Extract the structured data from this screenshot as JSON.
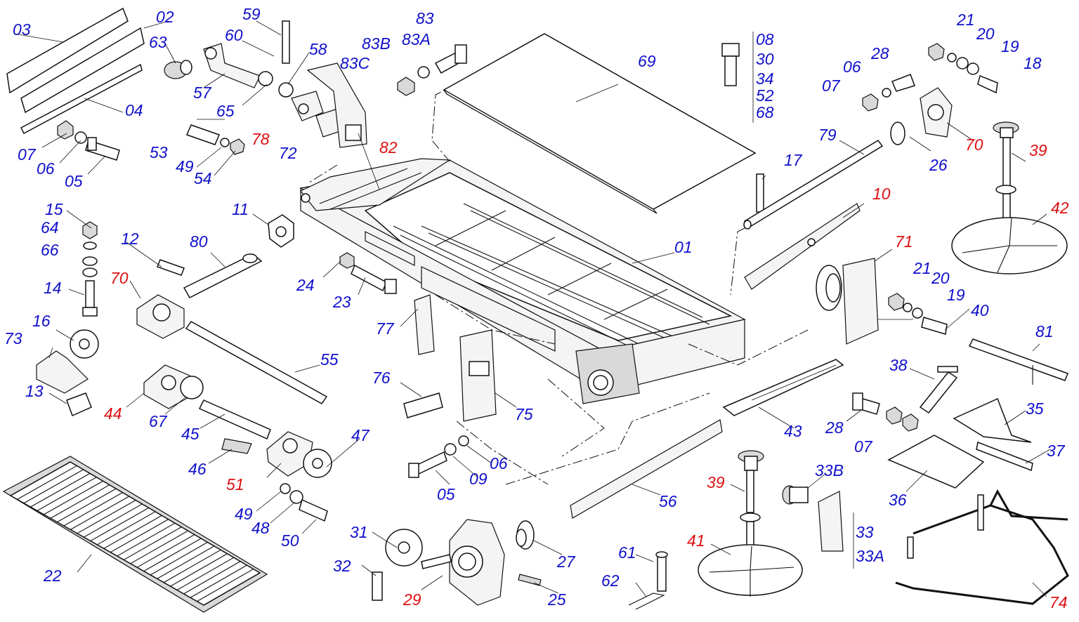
{
  "diagram": {
    "labels": [
      {
        "id": "l03",
        "text": "03",
        "color": "#1010cc"
      },
      {
        "id": "l02",
        "text": "02",
        "color": "#1010cc"
      },
      {
        "id": "l63",
        "text": "63",
        "color": "#1010cc"
      },
      {
        "id": "l59",
        "text": "59",
        "color": "#1010cc"
      },
      {
        "id": "l60",
        "text": "60",
        "color": "#1010cc"
      },
      {
        "id": "l58",
        "text": "58",
        "color": "#1010cc"
      },
      {
        "id": "l57",
        "text": "57",
        "color": "#1010cc"
      },
      {
        "id": "l65",
        "text": "65",
        "color": "#1010cc"
      },
      {
        "id": "l04",
        "text": "04",
        "color": "#1010cc"
      },
      {
        "id": "l07a",
        "text": "07",
        "color": "#1010cc"
      },
      {
        "id": "l06a",
        "text": "06",
        "color": "#1010cc"
      },
      {
        "id": "l05a",
        "text": "05",
        "color": "#1010cc"
      },
      {
        "id": "l53",
        "text": "53",
        "color": "#1010cc"
      },
      {
        "id": "l49a",
        "text": "49",
        "color": "#1010cc"
      },
      {
        "id": "l54",
        "text": "54",
        "color": "#1010cc"
      },
      {
        "id": "l78",
        "text": "78",
        "color": "#dd1111"
      },
      {
        "id": "l72",
        "text": "72",
        "color": "#1010cc"
      },
      {
        "id": "l82",
        "text": "82",
        "color": "#dd1111"
      },
      {
        "id": "l83",
        "text": "83",
        "color": "#1010cc"
      },
      {
        "id": "l83A",
        "text": "83A",
        "color": "#1010cc"
      },
      {
        "id": "l83B",
        "text": "83B",
        "color": "#1010cc"
      },
      {
        "id": "l83C",
        "text": "83C",
        "color": "#1010cc"
      },
      {
        "id": "l69",
        "text": "69",
        "color": "#1010cc"
      },
      {
        "id": "l08",
        "text": "08",
        "color": "#1010cc"
      },
      {
        "id": "l30",
        "text": "30",
        "color": "#1010cc"
      },
      {
        "id": "l34",
        "text": "34",
        "color": "#1010cc"
      },
      {
        "id": "l52",
        "text": "52",
        "color": "#1010cc"
      },
      {
        "id": "l68",
        "text": "68",
        "color": "#1010cc"
      },
      {
        "id": "l21a",
        "text": "21",
        "color": "#1010cc"
      },
      {
        "id": "l20a",
        "text": "20",
        "color": "#1010cc"
      },
      {
        "id": "l19a",
        "text": "19",
        "color": "#1010cc"
      },
      {
        "id": "l18",
        "text": "18",
        "color": "#1010cc"
      },
      {
        "id": "l28a",
        "text": "28",
        "color": "#1010cc"
      },
      {
        "id": "l06b",
        "text": "06",
        "color": "#1010cc"
      },
      {
        "id": "l07b",
        "text": "07",
        "color": "#1010cc"
      },
      {
        "id": "l70b",
        "text": "70",
        "color": "#dd1111"
      },
      {
        "id": "l79",
        "text": "79",
        "color": "#1010cc"
      },
      {
        "id": "l26",
        "text": "26",
        "color": "#1010cc"
      },
      {
        "id": "l39a",
        "text": "39",
        "color": "#dd1111"
      },
      {
        "id": "l42",
        "text": "42",
        "color": "#dd1111"
      },
      {
        "id": "l17",
        "text": "17",
        "color": "#1010cc"
      },
      {
        "id": "l10",
        "text": "10",
        "color": "#dd1111"
      },
      {
        "id": "l15",
        "text": "15",
        "color": "#1010cc"
      },
      {
        "id": "l64",
        "text": "64",
        "color": "#1010cc"
      },
      {
        "id": "l66",
        "text": "66",
        "color": "#1010cc"
      },
      {
        "id": "l12",
        "text": "12",
        "color": "#1010cc"
      },
      {
        "id": "l80",
        "text": "80",
        "color": "#1010cc"
      },
      {
        "id": "l11",
        "text": "11",
        "color": "#1010cc"
      },
      {
        "id": "l01",
        "text": "01",
        "color": "#1010cc"
      },
      {
        "id": "l71",
        "text": "71",
        "color": "#dd1111"
      },
      {
        "id": "l14",
        "text": "14",
        "color": "#1010cc"
      },
      {
        "id": "l70a",
        "text": "70",
        "color": "#dd1111"
      },
      {
        "id": "l24",
        "text": "24",
        "color": "#1010cc"
      },
      {
        "id": "l23",
        "text": "23",
        "color": "#1010cc"
      },
      {
        "id": "l21b",
        "text": "21",
        "color": "#1010cc"
      },
      {
        "id": "l20b",
        "text": "20",
        "color": "#1010cc"
      },
      {
        "id": "l19b",
        "text": "19",
        "color": "#1010cc"
      },
      {
        "id": "l40",
        "text": "40",
        "color": "#1010cc"
      },
      {
        "id": "l16",
        "text": "16",
        "color": "#1010cc"
      },
      {
        "id": "l73",
        "text": "73",
        "color": "#1010cc"
      },
      {
        "id": "l77",
        "text": "77",
        "color": "#1010cc"
      },
      {
        "id": "l81",
        "text": "81",
        "color": "#1010cc"
      },
      {
        "id": "l55",
        "text": "55",
        "color": "#1010cc"
      },
      {
        "id": "l38",
        "text": "38",
        "color": "#1010cc"
      },
      {
        "id": "l13",
        "text": "13",
        "color": "#1010cc"
      },
      {
        "id": "l76",
        "text": "76",
        "color": "#1010cc"
      },
      {
        "id": "l44",
        "text": "44",
        "color": "#dd1111"
      },
      {
        "id": "l67",
        "text": "67",
        "color": "#1010cc"
      },
      {
        "id": "l75",
        "text": "75",
        "color": "#1010cc"
      },
      {
        "id": "l35",
        "text": "35",
        "color": "#1010cc"
      },
      {
        "id": "l28b",
        "text": "28",
        "color": "#1010cc"
      },
      {
        "id": "l07c",
        "text": "07",
        "color": "#1010cc"
      },
      {
        "id": "l43",
        "text": "43",
        "color": "#1010cc"
      },
      {
        "id": "l45",
        "text": "45",
        "color": "#1010cc"
      },
      {
        "id": "l47",
        "text": "47",
        "color": "#1010cc"
      },
      {
        "id": "l37",
        "text": "37",
        "color": "#1010cc"
      },
      {
        "id": "l46",
        "text": "46",
        "color": "#1010cc"
      },
      {
        "id": "l06c",
        "text": "06",
        "color": "#1010cc"
      },
      {
        "id": "l33B",
        "text": "33B",
        "color": "#1010cc"
      },
      {
        "id": "l51",
        "text": "51",
        "color": "#dd1111"
      },
      {
        "id": "l09",
        "text": "09",
        "color": "#1010cc"
      },
      {
        "id": "l39b",
        "text": "39",
        "color": "#dd1111"
      },
      {
        "id": "l05b",
        "text": "05",
        "color": "#1010cc"
      },
      {
        "id": "l56",
        "text": "56",
        "color": "#1010cc"
      },
      {
        "id": "l36",
        "text": "36",
        "color": "#1010cc"
      },
      {
        "id": "l49b",
        "text": "49",
        "color": "#1010cc"
      },
      {
        "id": "l48",
        "text": "48",
        "color": "#1010cc"
      },
      {
        "id": "l50",
        "text": "50",
        "color": "#1010cc"
      },
      {
        "id": "l31",
        "text": "31",
        "color": "#1010cc"
      },
      {
        "id": "l33",
        "text": "33",
        "color": "#1010cc"
      },
      {
        "id": "l33A",
        "text": "33A",
        "color": "#1010cc"
      },
      {
        "id": "l41",
        "text": "41",
        "color": "#dd1111"
      },
      {
        "id": "l27",
        "text": "27",
        "color": "#1010cc"
      },
      {
        "id": "l61",
        "text": "61",
        "color": "#1010cc"
      },
      {
        "id": "l22",
        "text": "22",
        "color": "#1010cc"
      },
      {
        "id": "l32",
        "text": "32",
        "color": "#1010cc"
      },
      {
        "id": "l62",
        "text": "62",
        "color": "#1010cc"
      },
      {
        "id": "l29",
        "text": "29",
        "color": "#dd1111"
      },
      {
        "id": "l25",
        "text": "25",
        "color": "#1010cc"
      },
      {
        "id": "l74",
        "text": "74",
        "color": "#dd1111"
      }
    ]
  }
}
